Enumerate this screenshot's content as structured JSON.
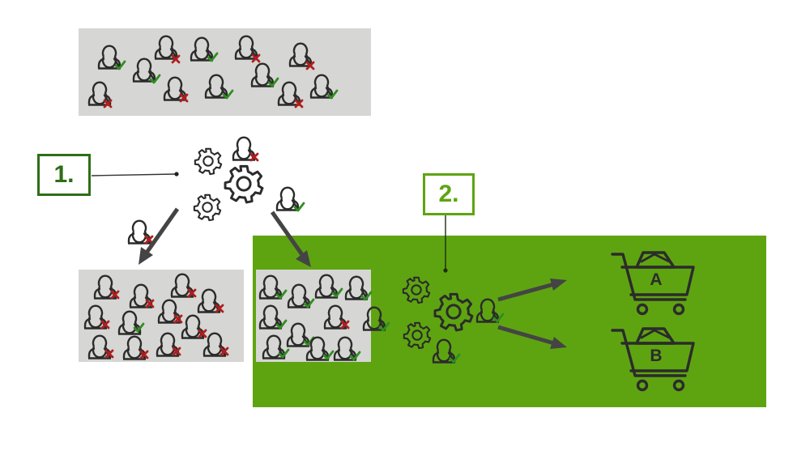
{
  "labels": {
    "step1": "1.",
    "step2": "2."
  },
  "carts": [
    {
      "letter": "A"
    },
    {
      "letter": "B"
    }
  ],
  "colors": {
    "panel_gray": "#d6d6d4",
    "green_panel": "#5ea411",
    "dark_green": "#2e6e17",
    "check_green": "#2f8f1f",
    "cross_red": "#b01e1e",
    "icon_dark": "#2b2b2b",
    "arrow_gray": "#444444"
  },
  "icons": {
    "person": "person-icon",
    "gear": "gear-icon",
    "check": "check-mark",
    "cross": "cross-mark",
    "cart": "shopping-cart-icon"
  }
}
